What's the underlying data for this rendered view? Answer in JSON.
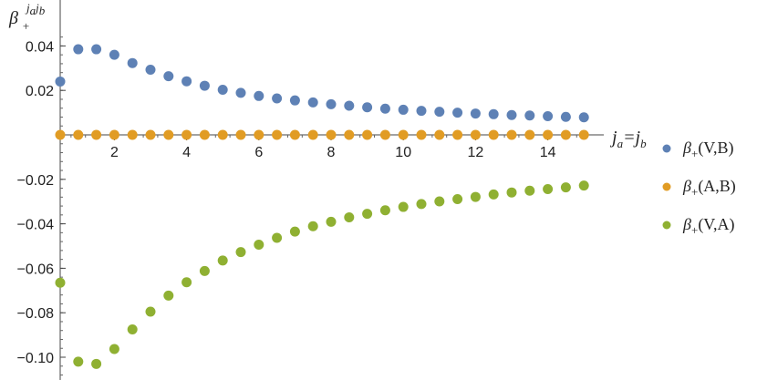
{
  "chart_data": {
    "type": "scatter",
    "title": "",
    "xlabel": {
      "main": "j",
      "sub1": "a",
      "eq": "=j",
      "sub2": "b"
    },
    "ylabel": {
      "main": "β",
      "sub": "+",
      "sup1": "j",
      "sup1sub": "a",
      "sup2": "j",
      "sup2sub": "b"
    },
    "xlim": [
      0.5,
      15.5
    ],
    "ylim": [
      -0.108,
      0.047
    ],
    "x_ticks": [
      2,
      4,
      6,
      8,
      10,
      12,
      14
    ],
    "x_tick_labels": [
      "2",
      "4",
      "6",
      "8",
      "10",
      "12",
      "14"
    ],
    "y_ticks": [
      0.04,
      0.02,
      -0.02,
      -0.04,
      -0.06,
      -0.08,
      -0.1
    ],
    "y_tick_labels": [
      "0.04",
      "0.02",
      "−0.02",
      "−0.04",
      "−0.06",
      "−0.08",
      "−0.10"
    ],
    "legend_placement": "right",
    "x": [
      0.5,
      1.0,
      1.5,
      2.0,
      2.5,
      3.0,
      3.5,
      4.0,
      4.5,
      5.0,
      5.5,
      6.0,
      6.5,
      7.0,
      7.5,
      8.0,
      8.5,
      9.0,
      9.5,
      10.0,
      10.5,
      11.0,
      11.5,
      12.0,
      12.5,
      13.0,
      13.5,
      14.0,
      14.5,
      15.0
    ],
    "series": [
      {
        "name": "β+(V,B)",
        "label_greek": "β",
        "label_sub": "+",
        "label_rest": "(V,B)",
        "color": "#5e81b5",
        "values": [
          0.024,
          0.0385,
          0.0385,
          0.036,
          0.0323,
          0.0293,
          0.0264,
          0.0241,
          0.0221,
          0.0203,
          0.0189,
          0.0175,
          0.0164,
          0.0155,
          0.0146,
          0.0138,
          0.0131,
          0.0124,
          0.0118,
          0.0113,
          0.0108,
          0.0104,
          0.01,
          0.0096,
          0.0093,
          0.0089,
          0.0087,
          0.0084,
          0.0081,
          0.0079
        ]
      },
      {
        "name": "β+(A,B)",
        "label_greek": "β",
        "label_sub": "+",
        "label_rest": "(A,B)",
        "color": "#e19c24",
        "values": [
          0,
          0,
          0,
          0,
          0,
          0,
          0,
          0,
          0,
          0,
          0,
          0,
          0,
          0,
          0,
          0,
          0,
          0,
          0,
          0,
          0,
          0,
          0,
          0,
          0,
          0,
          0,
          0,
          0,
          0
        ]
      },
      {
        "name": "β+(V,A)",
        "label_greek": "β",
        "label_sub": "+",
        "label_rest": "(V,A)",
        "color": "#8fb032",
        "values": [
          -0.0665,
          -0.102,
          -0.103,
          -0.0963,
          -0.0875,
          -0.0795,
          -0.0723,
          -0.0663,
          -0.0612,
          -0.0565,
          -0.0527,
          -0.0494,
          -0.0463,
          -0.0435,
          -0.0411,
          -0.0391,
          -0.0371,
          -0.0355,
          -0.0339,
          -0.0324,
          -0.0311,
          -0.0299,
          -0.0289,
          -0.0279,
          -0.0268,
          -0.0259,
          -0.0251,
          -0.0244,
          -0.0236,
          -0.0228
        ]
      }
    ]
  }
}
